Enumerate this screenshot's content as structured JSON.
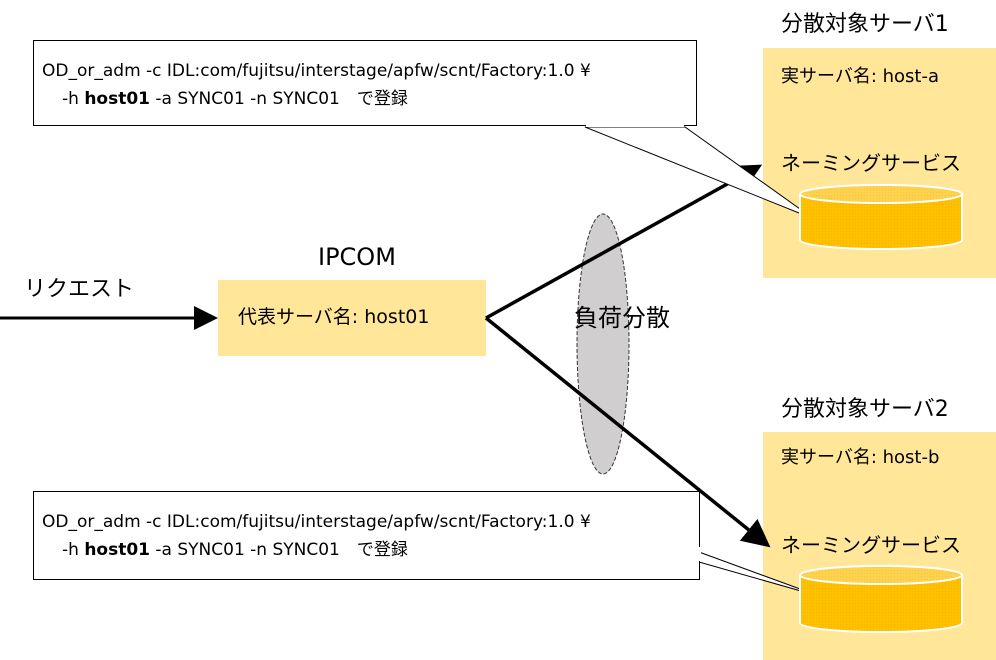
{
  "diagram": {
    "request_label": "リクエスト",
    "ipcom": {
      "title": "IPCOM",
      "representative_name": "代表サーバ名: host01"
    },
    "load_balance_label": "負荷分散",
    "servers": [
      {
        "title": "分散対象サーバ1",
        "real_name": "実サーバ名: host-a",
        "naming_service": "ネーミングサービス"
      },
      {
        "title": "分散対象サーバ2",
        "real_name": "実サーバ名: host-b",
        "naming_service": "ネーミングサービス"
      }
    ],
    "callouts": [
      {
        "line1": "OD_or_adm -c IDL:com/fujitsu/interstage/apfw/scnt/Factory:1.0 ¥",
        "line2_pre": "-h ",
        "line2_bold": "host01",
        "line2_post": " -a SYNC01 -n SYNC01　で登録"
      },
      {
        "line1": "OD_or_adm -c IDL:com/fujitsu/interstage/apfw/scnt/Factory:1.0 ¥",
        "line2_pre": "-h ",
        "line2_bold": "host01",
        "line2_post": " -a SYNC01 -n SYNC01　で登録"
      }
    ],
    "colors": {
      "server_box": "#ffe699",
      "db_fill": "#ffc000",
      "db_top": "#ffd24d",
      "ellipse_fill": "#d0cece"
    }
  }
}
